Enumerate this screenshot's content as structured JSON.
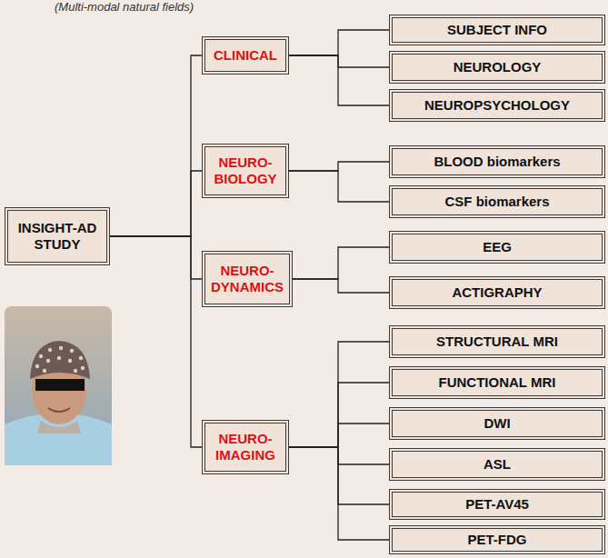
{
  "diagram": {
    "nodes": [
      {
        "text": [
          "INSIGHT-AD STUDY"
        ]
      },
      {
        "text": [
          "CLINICAL"
        ]
      },
      {
        "text": [
          "NEURO- BIOLOGY"
        ]
      },
      {
        "text": [
          "NEURO- DYNAMICS"
        ]
      },
      {
        "text": [
          "NEURO- IMAGING"
        ]
      },
      {
        "text": [
          "SUBJECT INFO"
        ]
      },
      {
        "text": [
          "NEUROLOGY"
        ]
      },
      {
        "text": [
          "NEUROPSYCHOLOGY"
        ]
      },
      {
        "text": [
          "BLOOD biomarkers"
        ]
      },
      {
        "text": [
          "CSF biomarkers"
        ]
      },
      {
        "text": [
          "EEG"
        ]
      },
      {
        "text": [
          "ACTIGRAPHY"
        ]
      },
      {
        "text": [
          "STRUCTURAL MRI"
        ]
      },
      {
        "text": [
          "FUNCTIONAL MRI"
        ]
      },
      {
        "text": [
          "DWI"
        ]
      },
      {
        "text": [
          "ASL"
        ]
      },
      {
        "text": [
          "PET-AV45"
        ]
      },
      {
        "text": [
          "PET-FDG"
        ]
      }
    ],
    "edges": [
      {
        "from": 0,
        "to": 1,
        "arrow": "none"
      },
      {
        "from": 0,
        "to": 2,
        "arrow": "none"
      },
      {
        "from": 0,
        "to": 3,
        "arrow": "none"
      },
      {
        "from": 0,
        "to": 4,
        "arrow": "none"
      },
      {
        "from": 1,
        "to": 5,
        "arrow": "none"
      },
      {
        "from": 1,
        "to": 6,
        "arrow": "none"
      },
      {
        "from": 1,
        "to": 7,
        "arrow": "none"
      },
      {
        "from": 2,
        "to": 8,
        "arrow": "none"
      },
      {
        "from": 2,
        "to": 9,
        "arrow": "none"
      },
      {
        "from": 3,
        "to": 10,
        "arrow": "none"
      },
      {
        "from": 3,
        "to": 11,
        "arrow": "none"
      },
      {
        "from": 4,
        "to": 12,
        "arrow": "none"
      },
      {
        "from": 4,
        "to": 13,
        "arrow": "none"
      },
      {
        "from": 4,
        "to": 14,
        "arrow": "none"
      },
      {
        "from": 4,
        "to": 15,
        "arrow": "none"
      },
      {
        "from": 4,
        "to": 16,
        "arrow": "none"
      },
      {
        "from": 4,
        "to": 17,
        "arrow": "none"
      }
    ],
    "labels": [
      "(Multi-modal natural fields)"
    ]
  }
}
